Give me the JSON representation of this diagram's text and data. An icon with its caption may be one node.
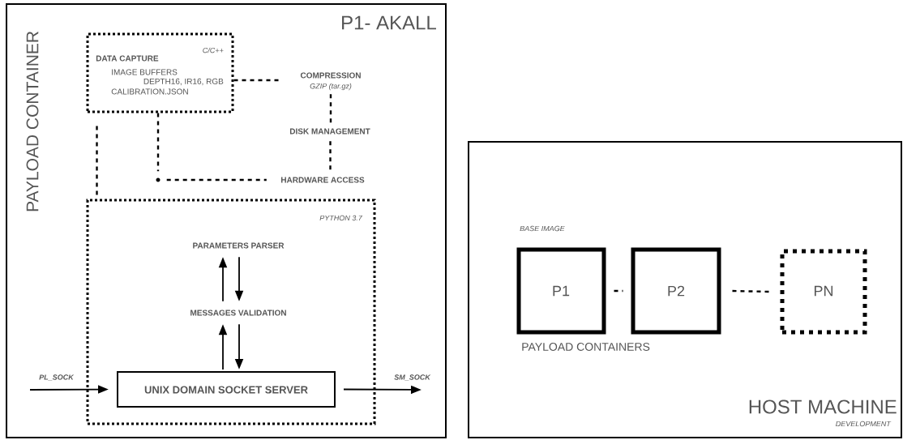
{
  "diagram": {
    "nodes": [
      {
        "text": [
          "P1- AKALL",
          "PAYLOAD CONTAINER"
        ]
      },
      {
        "text": [
          "C/C++",
          "DATA CAPTURE",
          "IMAGE BUFFERS",
          "DEPTH16, IR16, RGB",
          "CALIBRATION.JSON"
        ],
        "in": 0
      },
      {
        "text": [
          "COMPRESSION",
          "GZIP (tar.gz)"
        ],
        "in": 0
      },
      {
        "text": [
          "DISK MANAGEMENT"
        ],
        "in": 0
      },
      {
        "text": [],
        "shape": "point",
        "in": 0
      },
      {
        "text": [
          "HARDWARE ACCESS"
        ],
        "in": 0
      },
      {
        "text": [
          "PYTHON 3.7"
        ],
        "in": 0
      },
      {
        "text": [
          "PARAMETERS PARSER"
        ],
        "in": 6
      },
      {
        "text": [
          "MESSAGES VALIDATION"
        ],
        "in": 6
      },
      {
        "text": [
          "UNIX DOMAIN SOCKET SERVER"
        ],
        "in": 6
      },
      {
        "text": [
          "HOST MACHINE",
          "DEVELOPMENT"
        ]
      },
      {
        "text": [
          "P1"
        ],
        "in": 10
      },
      {
        "text": [
          "P2"
        ],
        "in": 10
      },
      {
        "text": [
          "PN"
        ],
        "in": 10
      }
    ],
    "edges": [
      {
        "from": 1,
        "to": 2,
        "arrow": "none",
        "style": "dashed"
      },
      {
        "from": 2,
        "to": 3,
        "arrow": "none",
        "style": "dashed"
      },
      {
        "from": 3,
        "to": 5,
        "arrow": "none",
        "style": "dashed"
      },
      {
        "from": 4,
        "to": 5,
        "arrow": "none",
        "style": "dashed"
      },
      {
        "from": 1,
        "to": 4,
        "arrow": "none",
        "style": "dashed"
      },
      {
        "from": 1,
        "to": 6,
        "arrow": "none",
        "style": "dashed"
      },
      {
        "from": 8,
        "to": 7,
        "arrow": "to"
      },
      {
        "from": 7,
        "to": 8,
        "arrow": "to"
      },
      {
        "from": 9,
        "to": 8,
        "arrow": "to"
      },
      {
        "from": 8,
        "to": 9,
        "arrow": "to"
      },
      {
        "from": null,
        "to": 9,
        "arrow": "to",
        "label": "PL_SOCK"
      },
      {
        "from": 9,
        "to": null,
        "arrow": "to",
        "label": "SM_SOCK"
      },
      {
        "from": 11,
        "to": 12,
        "arrow": "none",
        "style": "dashed"
      },
      {
        "from": 12,
        "to": 13,
        "arrow": "none",
        "style": "dashed"
      }
    ],
    "labels": [
      "BASE IMAGE",
      "PAYLOAD CONTAINERS"
    ]
  }
}
